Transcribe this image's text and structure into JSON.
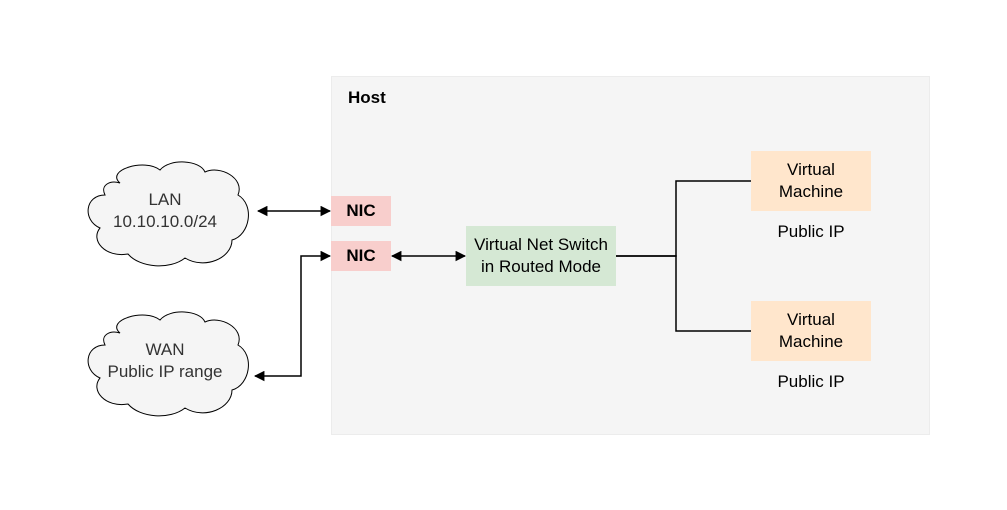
{
  "host": {
    "title": "Host"
  },
  "clouds": {
    "lan": {
      "line1": "LAN",
      "line2": "10.10.10.0/24"
    },
    "wan": {
      "line1": "WAN",
      "line2": "Public IP range"
    }
  },
  "nics": {
    "top": "NIC",
    "bottom": "NIC"
  },
  "switch": {
    "line1": "Virtual Net Switch",
    "line2": "in Routed Mode"
  },
  "vms": [
    {
      "line1": "Virtual",
      "line2": "Machine",
      "ip_label": "Public IP"
    },
    {
      "line1": "Virtual",
      "line2": "Machine",
      "ip_label": "Public IP"
    }
  ],
  "colors": {
    "host_bg": "#f5f5f5",
    "nic": "#f8cecc",
    "switch": "#d5e8d4",
    "vm": "#ffe6cc",
    "line": "#000000"
  }
}
